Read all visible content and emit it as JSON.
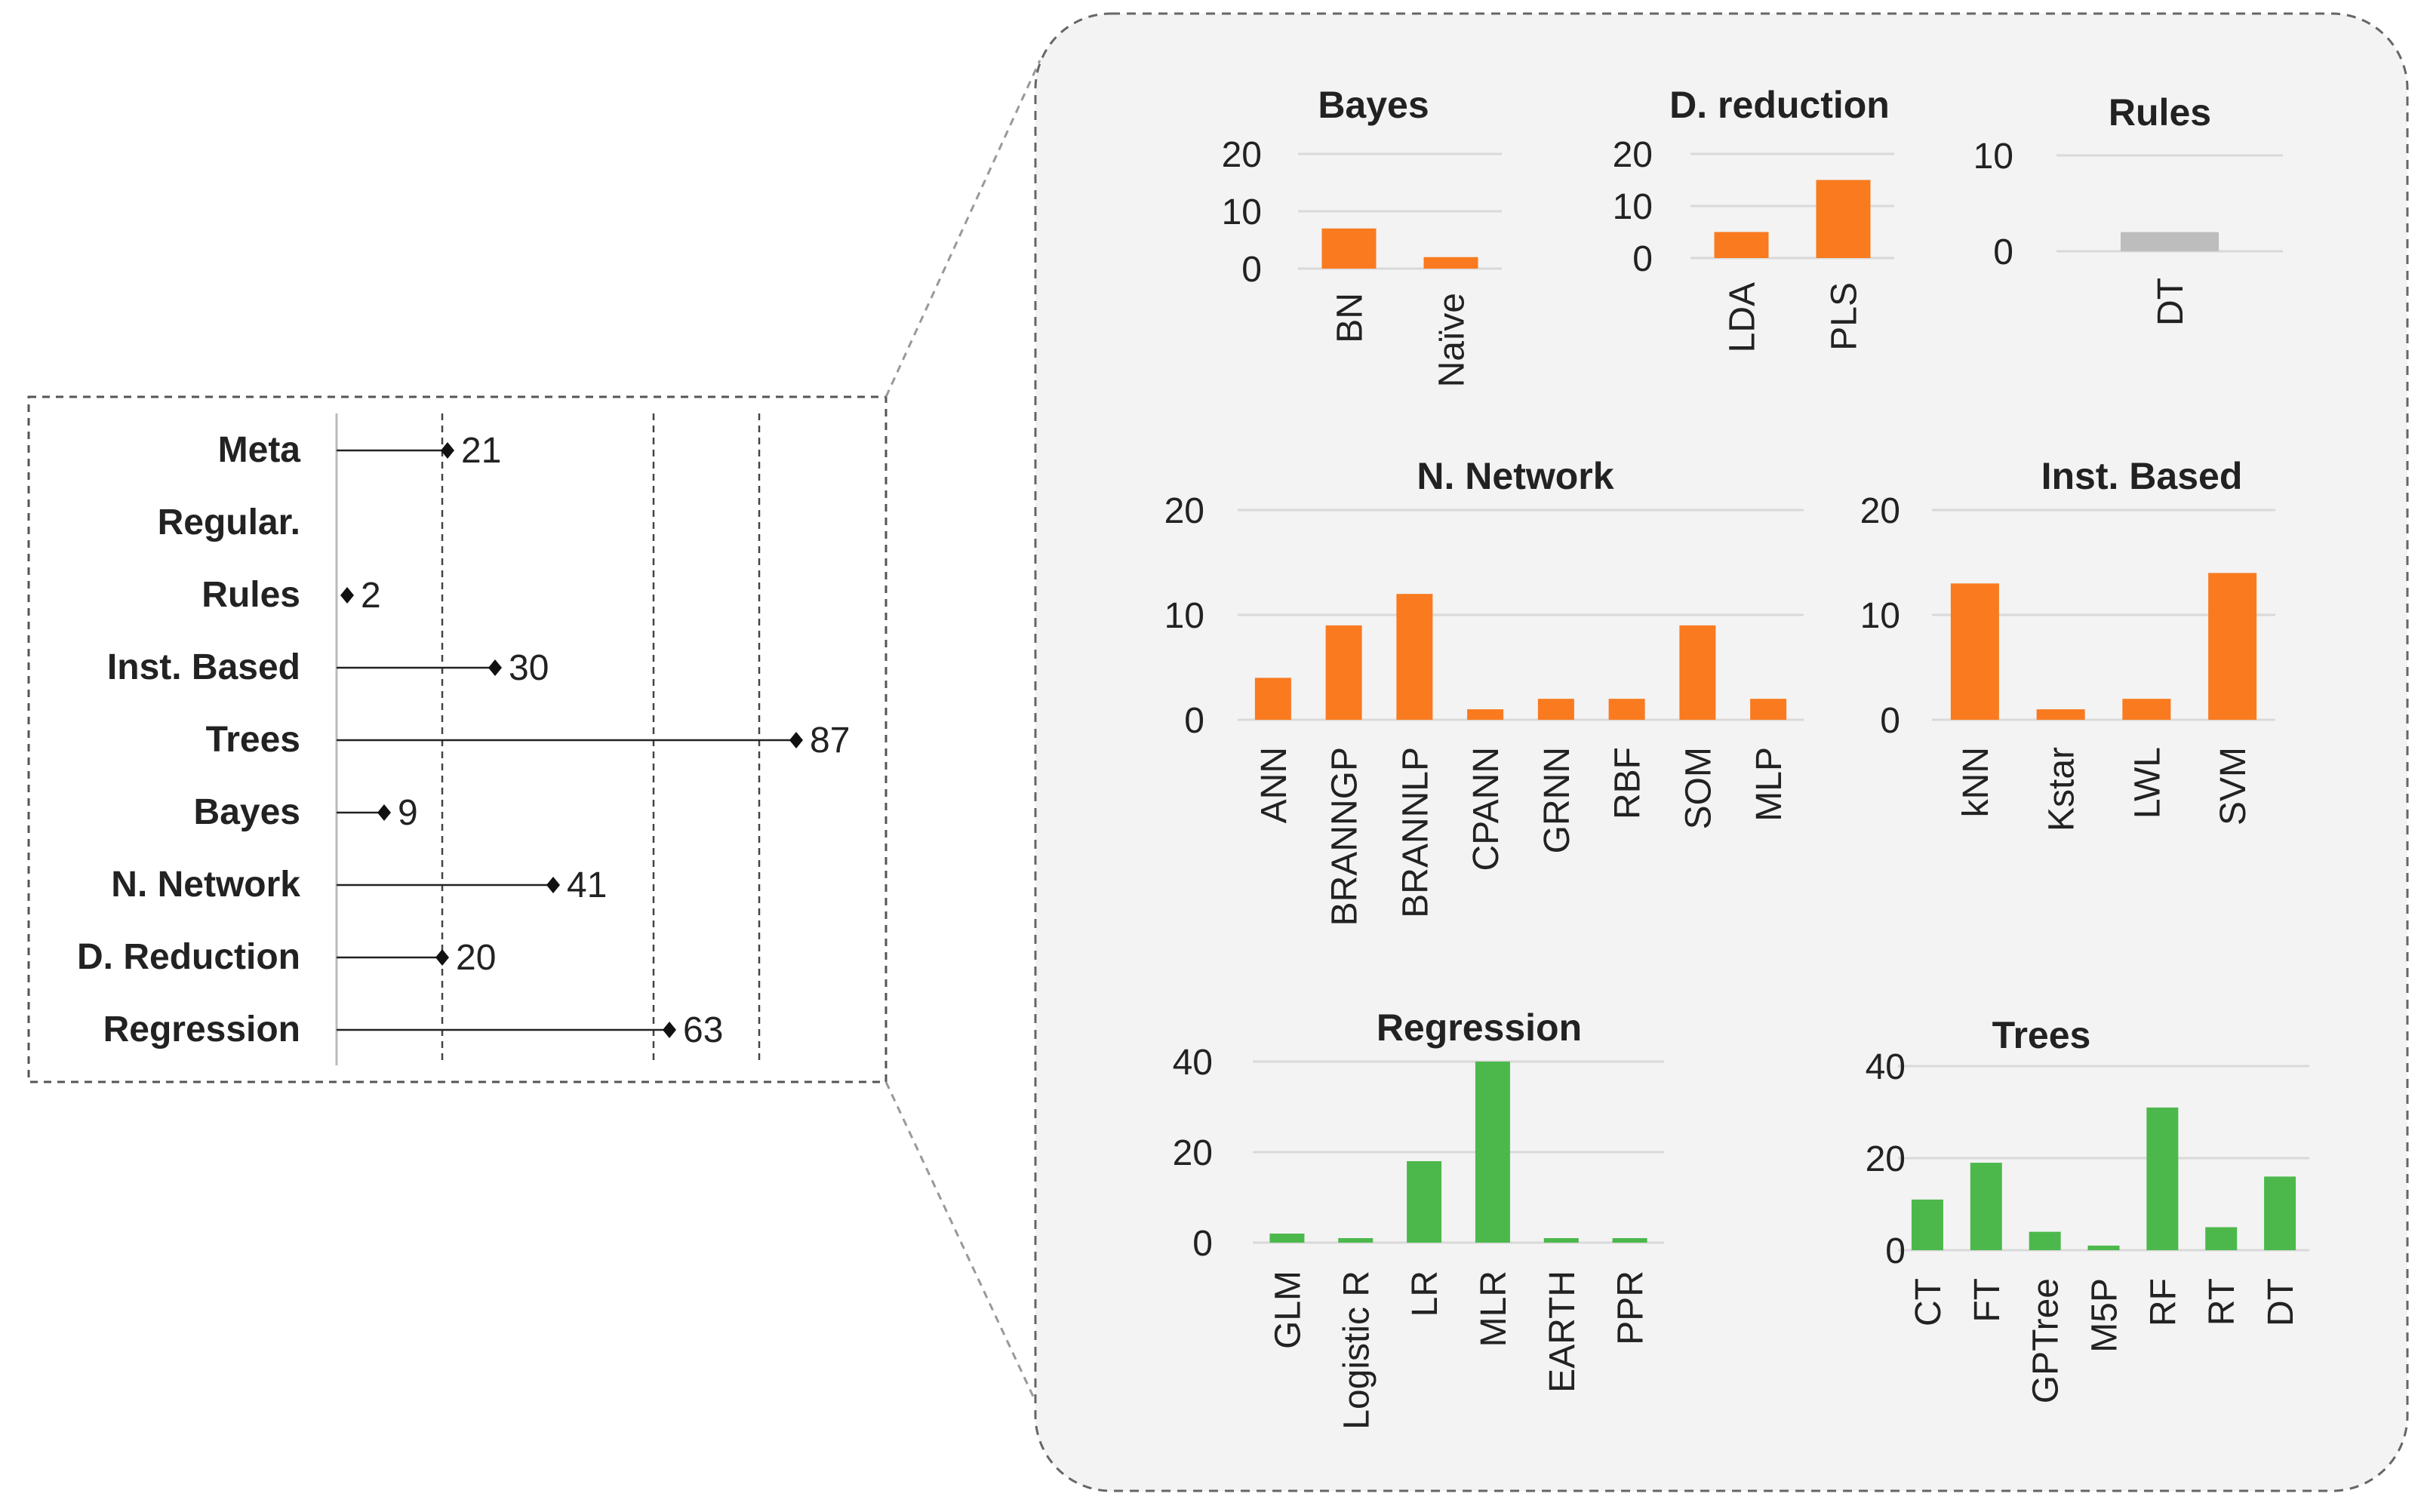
{
  "colors": {
    "orange": "#f97a1f",
    "orange_dark": "#f06a10",
    "green": "#4cb84c",
    "grey": "#bdbdbd",
    "panel_bg": "#f3f3f3",
    "grid": "#d9d9d9",
    "text": "#222222"
  },
  "chart_data": [
    {
      "id": "summary",
      "type": "dot",
      "categories": [
        "Meta",
        "Regular.",
        "Rules",
        "Inst. Based",
        "Trees",
        "Bayes",
        "N. Network",
        "D. Reduction",
        "Regression"
      ],
      "values": [
        21,
        null,
        2,
        30,
        87,
        9,
        41,
        20,
        63
      ],
      "labels": [
        "21",
        "",
        "2",
        "30",
        "87",
        "9",
        "41",
        "20",
        "63"
      ],
      "xlim": [
        0,
        100
      ],
      "grid": "vertical dashed",
      "style": "lollipop"
    },
    {
      "id": "bayes",
      "type": "bar",
      "title": "Bayes",
      "categories": [
        "BN",
        "Naïve"
      ],
      "values": [
        7,
        2
      ],
      "ylim": [
        0,
        20
      ],
      "yticks": [
        "0",
        "10",
        "20"
      ],
      "tick_values": [
        0,
        10,
        20
      ],
      "color": "orange"
    },
    {
      "id": "dreduction",
      "type": "bar",
      "title": "D. reduction",
      "categories": [
        "LDA",
        "PLS"
      ],
      "values": [
        5,
        15
      ],
      "ylim": [
        0,
        20
      ],
      "yticks": [
        "0",
        "10",
        "20"
      ],
      "tick_values": [
        0,
        10,
        20
      ],
      "color": "orange"
    },
    {
      "id": "rules",
      "type": "bar",
      "title": "Rules",
      "categories": [
        "DT"
      ],
      "values": [
        2
      ],
      "ylim": [
        0,
        10
      ],
      "yticks": [
        "0",
        "10"
      ],
      "tick_values": [
        0,
        10
      ],
      "color": "grey"
    },
    {
      "id": "nnetwork",
      "type": "bar",
      "title": "N. Network",
      "categories": [
        "ANN",
        "BRANNGP",
        "BRANNLP",
        "CPANN",
        "GRNN",
        "RBF",
        "SOM",
        "MLP"
      ],
      "values": [
        4,
        9,
        12,
        1,
        2,
        2,
        9,
        2
      ],
      "ylim": [
        0,
        20
      ],
      "yticks": [
        "0",
        "10",
        "20"
      ],
      "tick_values": [
        0,
        10,
        20
      ],
      "color": "orange"
    },
    {
      "id": "instbased",
      "type": "bar",
      "title": "Inst. Based",
      "categories": [
        "kNN",
        "Kstar",
        "LWL",
        "SVM"
      ],
      "values": [
        13,
        1,
        2,
        14
      ],
      "ylim": [
        0,
        20
      ],
      "yticks": [
        "0",
        "10",
        "20"
      ],
      "tick_values": [
        0,
        10,
        20
      ],
      "color": "orange"
    },
    {
      "id": "regression",
      "type": "bar",
      "title": "Regression",
      "categories": [
        "GLM",
        "Logistic R",
        "LR",
        "MLR",
        "EARTH",
        "PPR"
      ],
      "values": [
        2,
        1,
        18,
        40,
        1,
        1
      ],
      "ylim": [
        0,
        40
      ],
      "yticks": [
        "0",
        "20",
        "40"
      ],
      "tick_values": [
        0,
        20,
        40
      ],
      "color": "green"
    },
    {
      "id": "trees",
      "type": "bar",
      "title": "Trees",
      "categories": [
        "CT",
        "FT",
        "GPTree",
        "M5P",
        "RF",
        "RT",
        "DT"
      ],
      "values": [
        11,
        19,
        4,
        1,
        31,
        5,
        16
      ],
      "ylim": [
        0,
        40
      ],
      "yticks": [
        "0",
        "20",
        "40"
      ],
      "tick_values": [
        0,
        20,
        40
      ],
      "color": "green"
    }
  ]
}
